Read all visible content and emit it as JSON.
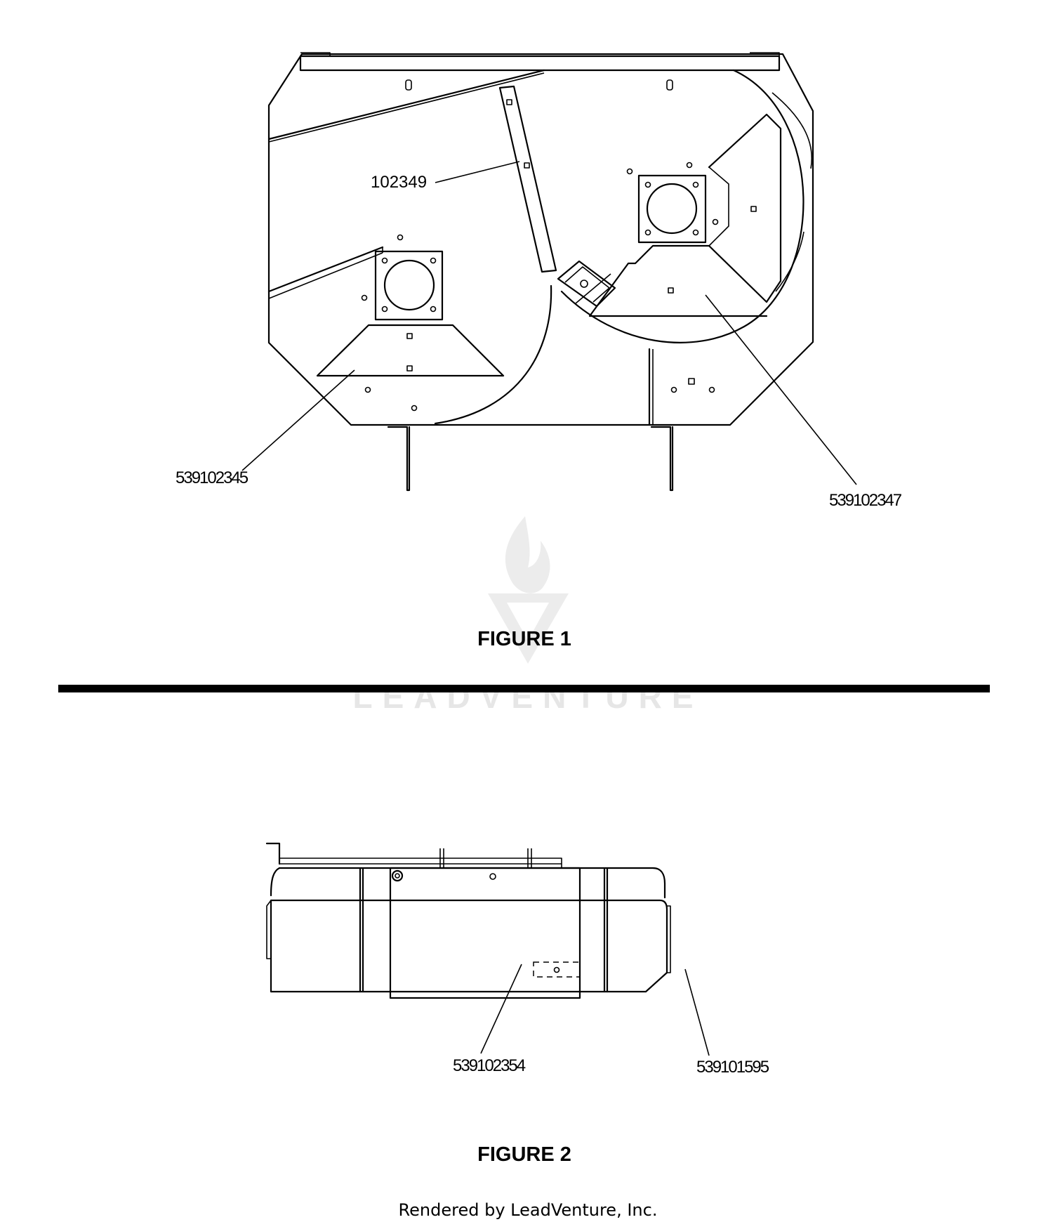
{
  "figure1": {
    "caption": "FIGURE 1",
    "labels": {
      "baffle": "102349",
      "left_deflector": "539102345",
      "right_deflector": "539102347"
    }
  },
  "figure2": {
    "caption": "FIGURE 2",
    "labels": {
      "front_cover": "539102354",
      "deck": "539101595"
    }
  },
  "watermark": {
    "text": "LEADVENTURE"
  },
  "footer": {
    "text": "Rendered by LeadVenture, Inc."
  }
}
